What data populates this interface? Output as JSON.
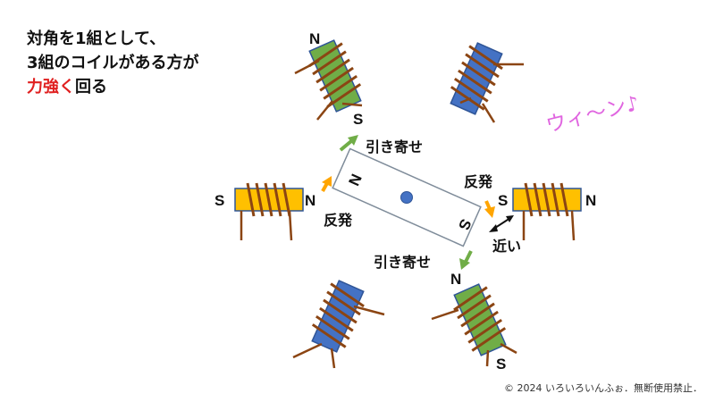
{
  "heading": {
    "line1": "対角を1組として、",
    "line2": "3組のコイルがある方が",
    "line3_emphasis": "力強く",
    "line3_rest": "回る"
  },
  "sound_effect": "ウィ～ン♪",
  "labels": {
    "pull_top": "引き寄せ",
    "pull_bottom": "引き寄せ",
    "repel_left": "反発",
    "repel_right": "反発",
    "near": "近い"
  },
  "poles": {
    "rotor_n": "N",
    "rotor_s": "S",
    "top_left_n": "N",
    "top_left_s": "S",
    "left_s": "S",
    "left_n": "N",
    "right_s": "S",
    "right_n": "N",
    "bottom_right_n": "N",
    "bottom_right_s": "S"
  },
  "copyright": "© 2024 いろいろいんふぉ．無断使用禁止．",
  "colors": {
    "green_coil": "#70ad47",
    "blue_coil": "#4472c4",
    "yellow_coil": "#ffc000",
    "wire": "#8b4513",
    "accent_red": "#e02020",
    "sound_pink": "#e066e0",
    "green_arrow": "#70ad47",
    "orange_arrow": "#ffa500"
  }
}
